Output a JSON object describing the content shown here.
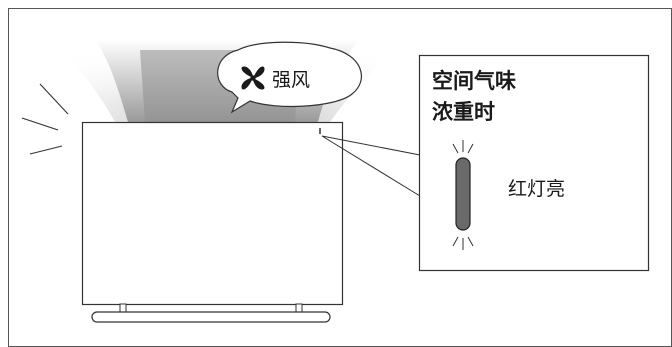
{
  "speech_bubble": {
    "icon": "fan-icon",
    "mode_label": "强风"
  },
  "callout": {
    "title_line1": "空间气味",
    "title_line2": "浓重时",
    "indicator_status": "红灯亮"
  },
  "colors": {
    "outline": "#333333",
    "airflow_gradient_start": "#9a9a9a",
    "airflow_gradient_end": "#ffffff",
    "indicator_fill": "#6a6a6a",
    "background": "#ffffff"
  }
}
